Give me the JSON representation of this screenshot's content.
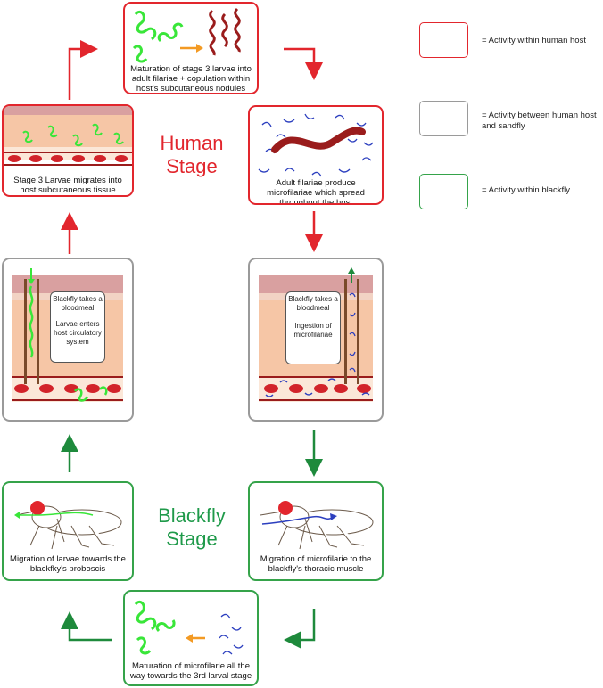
{
  "stage_labels": {
    "human": "Human\nStage",
    "blackfly": "Blackfly\nStage"
  },
  "captions": {
    "maturation_adult": "Maturation of stage 3 larvae into adult filariae + copulation within host's subcutaneous nodules",
    "microfilariae": "Adult filariae produce microfilariae which spread throughout the host",
    "stage3_migrates": "Stage 3 Larvae migrates into host subcutaneous tissue",
    "migration_proboscis": "Migration of larvae towards the blackfky's proboscis",
    "migration_thoracic": "Migration of microfilarie to the blackfly's thoracic muscle",
    "maturation_3rd": "Maturation of microfilarie all the way towards the 3rd larval stage"
  },
  "notes": {
    "left_bloodmeal": "Blackfly takes a bloodmeal",
    "left_larvae": "Larvae enters host circulatory system",
    "right_bloodmeal": "Blackfly takes a bloodmeal",
    "right_ingestion": "Ingestion of microfilariae"
  },
  "legend": [
    {
      "text": "= Activity within human host",
      "color": "#e2262d"
    },
    {
      "text": "= Activity between human host and sandfly",
      "color": "#9a9a9a"
    },
    {
      "text": "= Activity within blackfly",
      "color": "#35a34a"
    }
  ],
  "colors": {
    "human": "#e2262d",
    "between": "#9a9a9a",
    "blackfly": "#35a34a"
  }
}
